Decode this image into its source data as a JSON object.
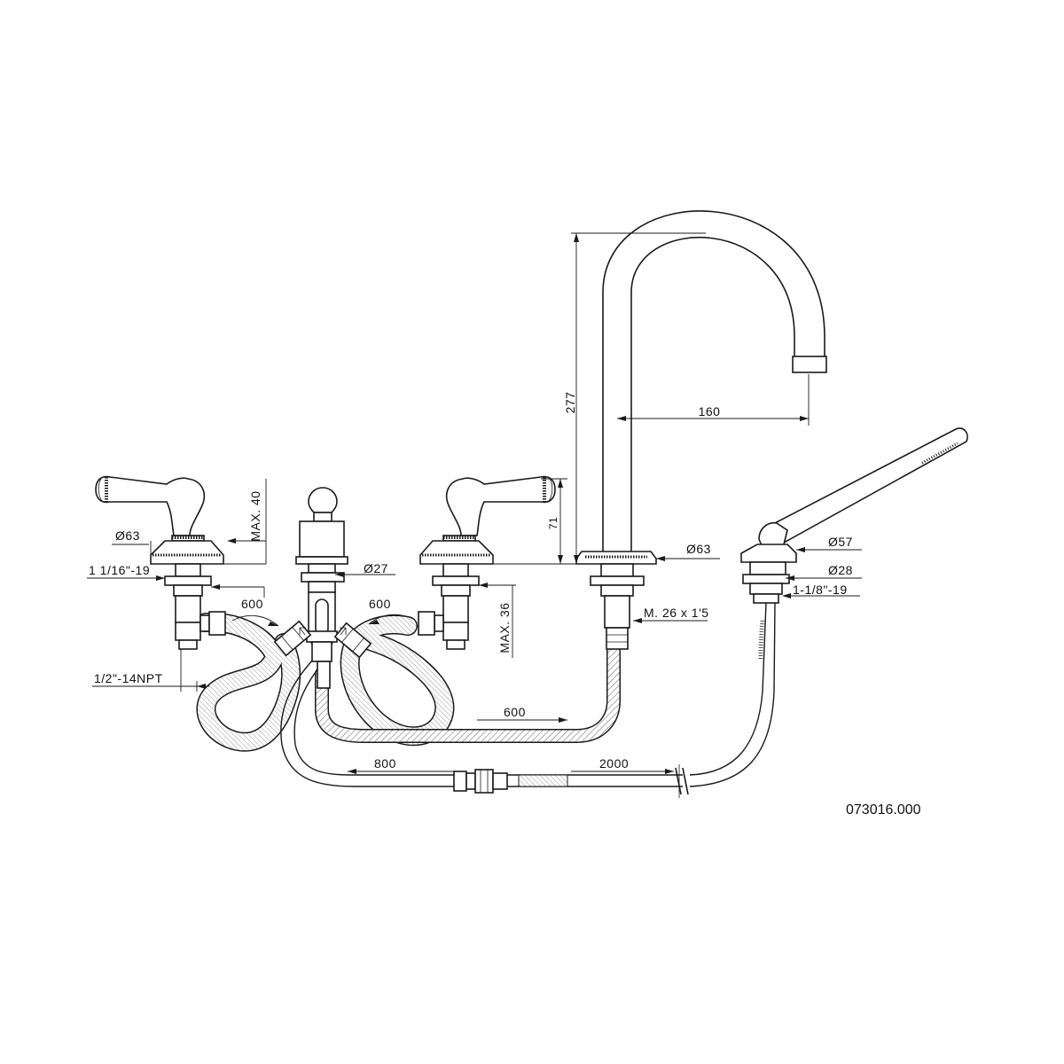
{
  "drawing": {
    "product_code": "073016.000",
    "dimensions": {
      "spout_height": "277",
      "spout_reach": "160",
      "handle_height_right": "71",
      "spout_base_diameter": "Ø63",
      "handshower_base_diameter": "Ø57",
      "handshower_thread_diameter": "Ø28",
      "handshower_thread": "1-1/8\"-19",
      "spout_thread": "M. 26 x 1'5",
      "left_handle_base_diameter": "Ø63",
      "left_valve_thread": "1 1/16\"-19",
      "left_handle_height": "MAX. 40",
      "center_thread_diameter": "Ø27",
      "right_deck_thickness": "MAX. 36",
      "inlet_thread": "1/2\"-14NPT",
      "hose_left": "600",
      "hose_right": "600",
      "hose_spout": "600",
      "hose_diverter": "800",
      "hose_shower": "2000"
    }
  }
}
